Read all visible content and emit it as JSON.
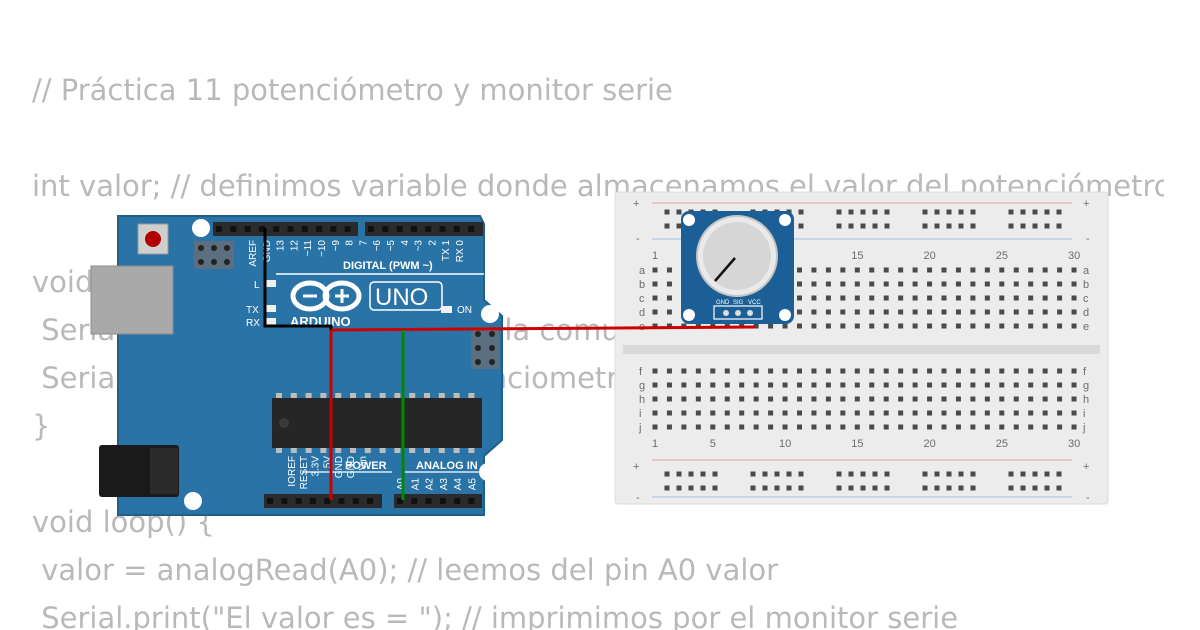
{
  "code": {
    "lines": [
      "// Práctica 11 potenciómetro y monitor serie",
      "",
      "int valor; // definimos variable donde almacenamos el valor del potenciómetro",
      "",
      "void setup() {",
      " Serial.begin(9600); // iniciamos la comunicación serie",
      " Serial.println(\"Lectura del potenciometro por el monitor serie\");",
      "}",
      "",
      "void loop() {",
      " valor = analogRead(A0); // leemos del pin A0 valor",
      " Serial.print(\"El valor es = \"); // imprimimos por el monitor serie"
    ]
  },
  "arduino": {
    "model": "UNO",
    "brand": "ARDUINO",
    "digital_label": "DIGITAL (PWM ~)",
    "power_label": "POWER",
    "analog_label": "ANALOG IN",
    "on_label": "ON",
    "led_l": "L",
    "led_tx": "TX",
    "led_rx": "RX",
    "digital_pins": [
      "AREF",
      "GND",
      "13",
      "12",
      "~11",
      "~10",
      "~9",
      "8",
      "7",
      "~6",
      "~5",
      "4",
      "~3",
      "2",
      "TX 1",
      "RX 0"
    ],
    "power_pins": [
      "IOREF",
      "RESET",
      "3.3V",
      "5V",
      "GND",
      "GND",
      "Vin"
    ],
    "analog_pins": [
      "A0",
      "A1",
      "A2",
      "A3",
      "A4",
      "A5"
    ],
    "colors": {
      "board": "#2a73a6",
      "board_edge": "#1f5f8c"
    }
  },
  "breadboard": {
    "row_letters_top": [
      "a",
      "b",
      "c",
      "d",
      "e"
    ],
    "row_letters_bottom": [
      "f",
      "g",
      "h",
      "i",
      "j"
    ],
    "column_numbers": [
      "1",
      "5",
      "10",
      "15",
      "20",
      "25",
      "30"
    ],
    "rail_plus": "+",
    "rail_minus": "-"
  },
  "potentiometer": {
    "pin_labels": [
      "GND",
      "SIG",
      "VCC"
    ],
    "colors": {
      "module": "#1c5f96",
      "knob": "#d6d6d6"
    }
  },
  "wires": {
    "colors": {
      "gnd": "#000000",
      "vcc": "#cc0000",
      "signal": "#008800"
    }
  }
}
